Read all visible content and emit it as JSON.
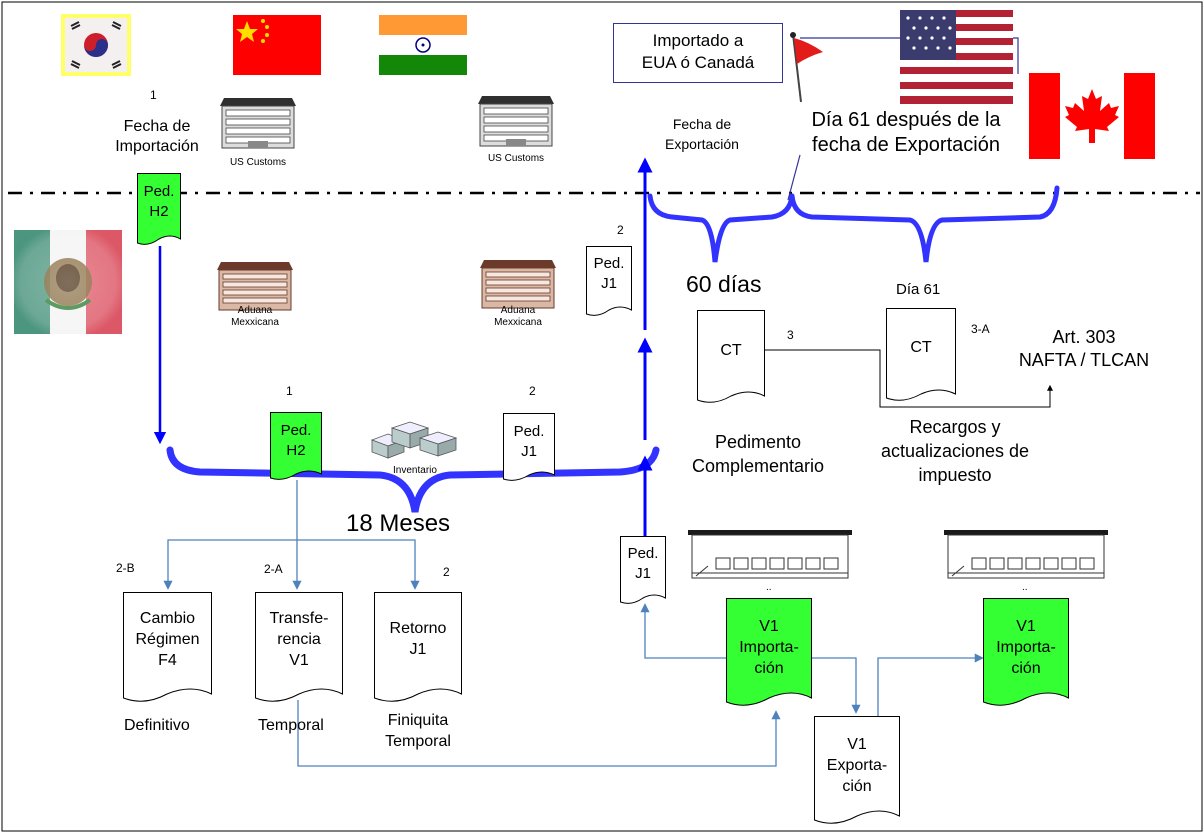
{
  "labels": {
    "step1_top": "1",
    "fecha_importacion": "Fecha de\nImportación",
    "us_customs_1": "US Customs",
    "us_customs_2": "US Customs",
    "fecha_exportacion": "Fecha de\nExportación",
    "importado": "Importado a\nEUA ó Canadá",
    "dia61_despues": "Día 61 después de la\nfecha de Exportación",
    "aduana_1": "Aduana\nMexxicana",
    "aduana_2": "Aduana\nMexxicana",
    "step2_pedj1_top": "2",
    "sesenta_dias": "60 días",
    "dia61": "Día 61",
    "step3": "3",
    "step3a": "3-A",
    "art303": "Art. 303\nNAFTA / TLCAN",
    "step1_mid": "1",
    "step2_mid": "2",
    "inventario": "Inventario",
    "pedimento_complementario": "Pedimento\nComplementario",
    "recargos": "Recargos y\nactualizaciones de\nimpuesto",
    "dieciocho_meses": "18 Meses",
    "step2b": "2-B",
    "step2a": "2-A",
    "step2_retorno": "2",
    "definitivo": "Definitivo",
    "temporal": "Temporal",
    "finiquita": "Finiquita\nTemporal",
    "dots1": "..",
    "dots2": ".."
  },
  "docs": {
    "ped_h2_top": "Ped.\nH2",
    "ped_j1_top": "Ped.\nJ1",
    "ct1": "CT",
    "ct2": "CT",
    "ped_h2_mid": "Ped.\nH2",
    "ped_j1_mid": "Ped.\nJ1",
    "ped_j1_low": "Ped.\nJ1",
    "cambio": "Cambio\nRégimen\nF4",
    "transferencia": "Transfe-\nrencia\nV1",
    "retorno": "Retorno\nJ1",
    "v1_imp_1": "V1\nImporta-\nción",
    "v1_imp_2": "V1\nImporta-\nción",
    "v1_exp": "V1\nExporta-\nción"
  },
  "colors": {
    "green": "#33ff33",
    "blue_thick": "#3333ff",
    "blue_dark": "#0000ff",
    "blue_thin": "#4f81bd",
    "red": "#ff0000"
  }
}
